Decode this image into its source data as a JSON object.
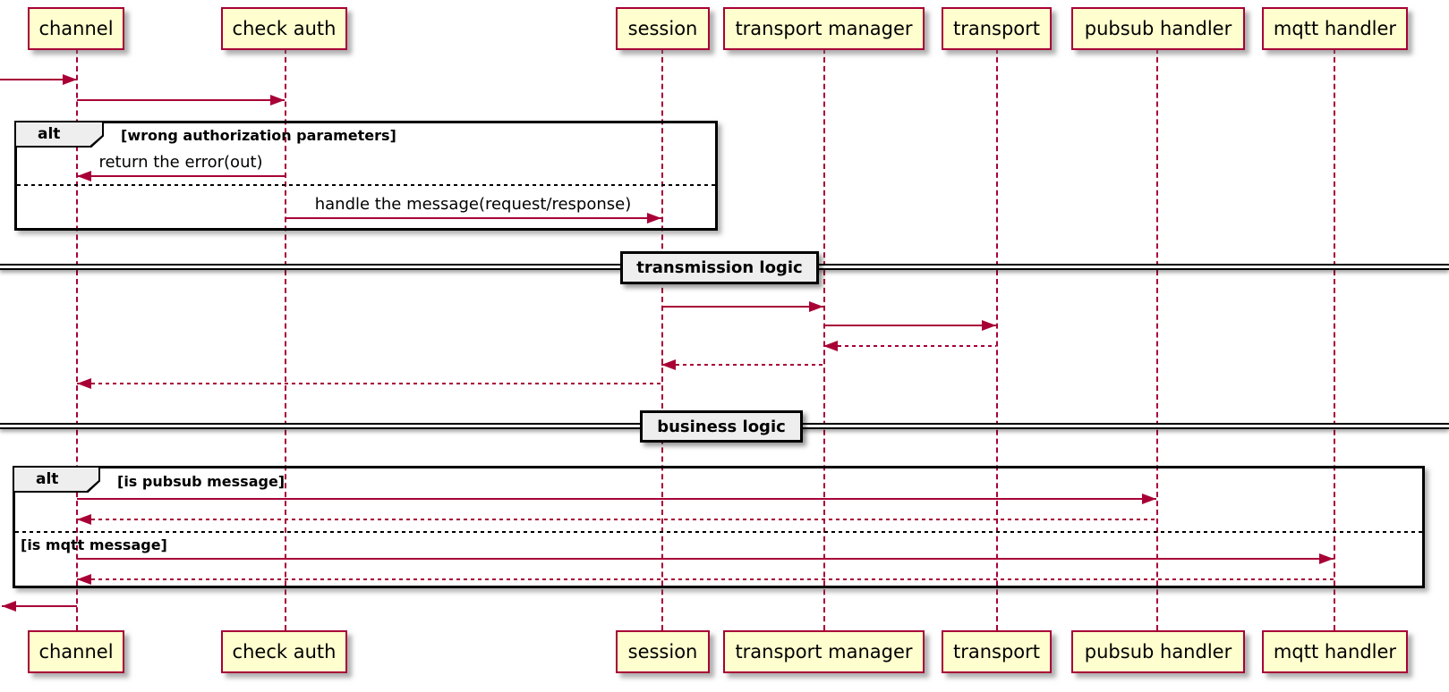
{
  "diagram_type": "uml-sequence-diagram",
  "colors": {
    "accent": "#A80036",
    "participant_fill": "#FEFECE",
    "fragment_label_fill": "#EEEEEE",
    "frame_border": "#000000",
    "background": "#FFFFFF",
    "text": "#000000"
  },
  "participants": [
    {
      "label": "channel"
    },
    {
      "label": "check auth"
    },
    {
      "label": "session"
    },
    {
      "label": "transport manager"
    },
    {
      "label": "transport"
    },
    {
      "label": "pubsub handler"
    },
    {
      "label": "mqtt handler"
    }
  ],
  "fragments": {
    "alt1": {
      "operator": "alt",
      "condition": "[wrong authorization parameters]"
    },
    "alt2": {
      "operator": "alt",
      "condition_pubsub": "[is pubsub message]",
      "condition_mqtt": "[is mqtt message]"
    }
  },
  "dividers": [
    {
      "label": "transmission logic"
    },
    {
      "label": "business logic"
    }
  ],
  "messages": {
    "return_error": {
      "label": "return the error(out)"
    },
    "handle_message": {
      "label": "handle the message(request/response)"
    }
  }
}
